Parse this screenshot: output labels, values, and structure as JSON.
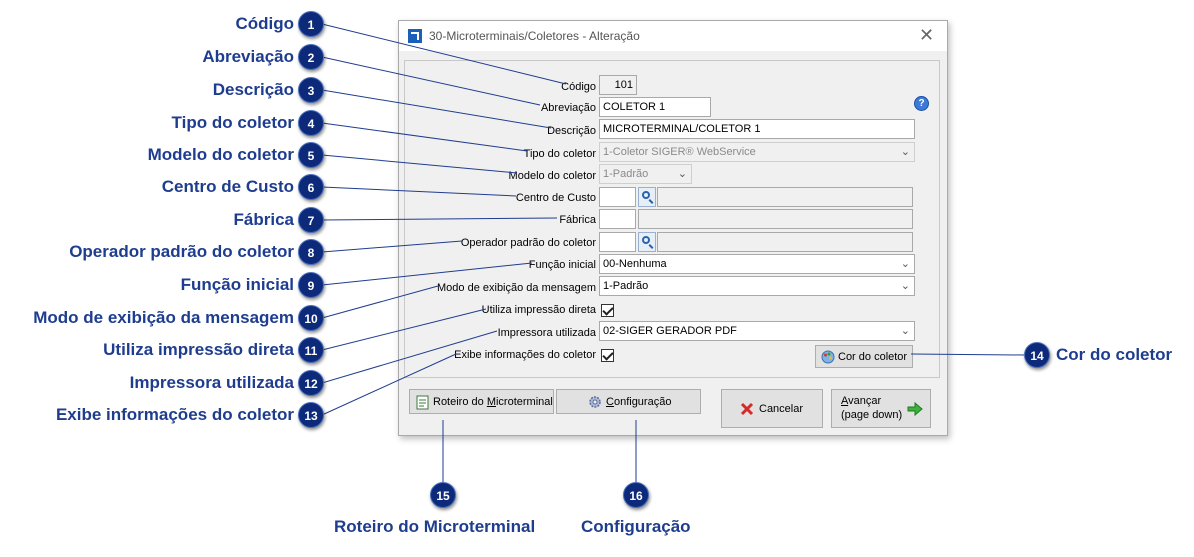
{
  "window": {
    "title": "30-Microterminais/Coletores - Alteração",
    "close_glyph": "✕",
    "help_glyph": "?"
  },
  "form": {
    "codigo": {
      "label": "Código",
      "value": "101"
    },
    "abreviacao": {
      "label": "Abreviação",
      "value": "COLETOR 1"
    },
    "descricao": {
      "label": "Descrição",
      "value": "MICROTERMINAL/COLETOR 1"
    },
    "tipo_coletor": {
      "label": "Tipo do coletor",
      "value": "1-Coletor SIGER® WebService"
    },
    "modelo_coletor": {
      "label": "Modelo do coletor",
      "value": "1-Padrão"
    },
    "centro_custo": {
      "label": "Centro de Custo",
      "value": ""
    },
    "fabrica": {
      "label": "Fábrica",
      "value": ""
    },
    "operador_padrao": {
      "label": "Operador padrão do coletor",
      "value": ""
    },
    "funcao_inicial": {
      "label": "Função inicial",
      "value": "00-Nenhuma"
    },
    "modo_exibicao": {
      "label": "Modo de exibição da mensagem",
      "value": "1-Padrão"
    },
    "utiliza_impressao": {
      "label": "Utiliza impressão direta",
      "checked": true
    },
    "impressora": {
      "label": "Impressora utilizada",
      "value": "02-SIGER GERADOR PDF"
    },
    "exibe_info": {
      "label": "Exibe informações do coletor",
      "checked": true
    }
  },
  "buttons": {
    "cor_coletor": {
      "label": "Cor do coletor"
    },
    "roteiro": {
      "label_pre": "Roteiro do ",
      "label_u": "M",
      "label_post": "icroterminal"
    },
    "configuracao": {
      "label_u": "C",
      "label_post": "onfiguração"
    },
    "cancelar": {
      "label": "Cancelar"
    },
    "avancar": {
      "label_u": "A",
      "label_post": "vançar",
      "label_line2": "(page down)"
    }
  },
  "callouts": [
    {
      "num": "1",
      "text": "Código"
    },
    {
      "num": "2",
      "text": "Abreviação"
    },
    {
      "num": "3",
      "text": "Descrição"
    },
    {
      "num": "4",
      "text": "Tipo do coletor"
    },
    {
      "num": "5",
      "text": "Modelo do coletor"
    },
    {
      "num": "6",
      "text": "Centro de Custo"
    },
    {
      "num": "7",
      "text": "Fábrica"
    },
    {
      "num": "8",
      "text": "Operador padrão do coletor"
    },
    {
      "num": "9",
      "text": "Função inicial"
    },
    {
      "num": "10",
      "text": "Modo de exibição da mensagem"
    },
    {
      "num": "11",
      "text": "Utiliza impressão direta"
    },
    {
      "num": "12",
      "text": "Impressora utilizada"
    },
    {
      "num": "13",
      "text": "Exibe informações do coletor"
    },
    {
      "num": "14",
      "text": "Cor do coletor"
    },
    {
      "num": "15",
      "text": "Roteiro do Microterminal"
    },
    {
      "num": "16",
      "text": "Configuração"
    }
  ],
  "colors": {
    "callout_text": "#1f3d8f",
    "badge_bg": "#0d2a7a",
    "leader_line": "#1f3d8f"
  },
  "icons": [
    "app-icon",
    "close-icon",
    "help-icon",
    "lookup-icon",
    "dropdown-arrow-icon",
    "checkbox-checked-icon",
    "palette-icon",
    "document-icon",
    "gear-icon",
    "cancel-x-icon",
    "arrow-right-icon"
  ]
}
